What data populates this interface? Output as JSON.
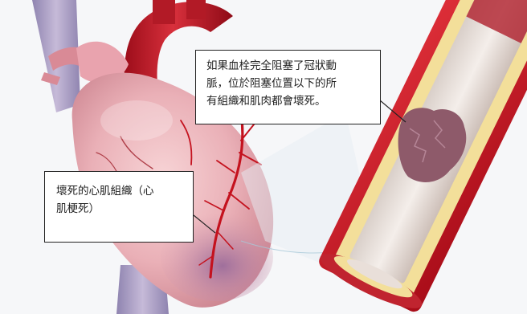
{
  "labels": {
    "blockage": {
      "line1": "如果血栓完全阻塞了冠狀動",
      "line2": "脈，位於阻塞位置以下的所",
      "line3": "有組織和肌肉都會壞死。"
    },
    "necrosis": {
      "line1": "壞死的心肌組織（心",
      "line2": "肌梗死）"
    }
  },
  "colors": {
    "heart_pink": "#e9a8b0",
    "artery_red": "#c8101e",
    "plaque_yellow": "#f3df9a",
    "clot_purple": "#8e5a6a",
    "vein_blue": "#b6a7cf"
  }
}
